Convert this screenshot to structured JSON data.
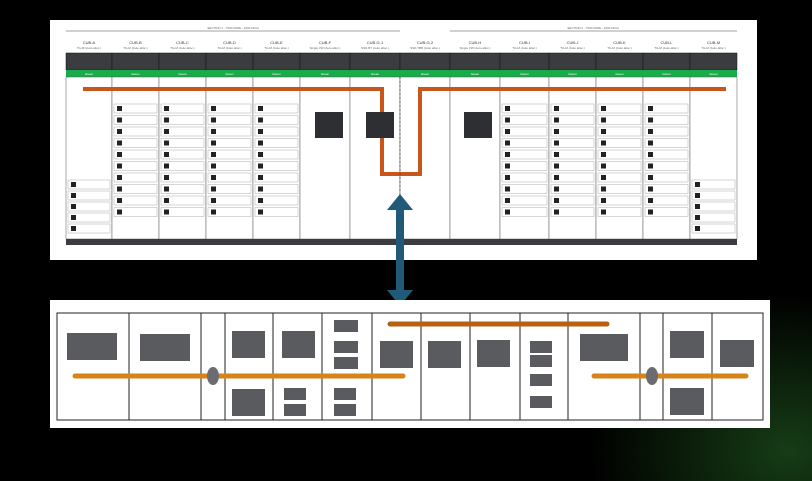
{
  "top_diagram": {
    "dimension_left": "SECTION 1 - 7000 WIDE - 2200 HIGH",
    "dimension_right": "SECTION 2 - 7000 WIDE - 2200 HIGH",
    "cubicles": [
      {
        "name": "CUB-A",
        "type": "TG-M (Auto alloc.)"
      },
      {
        "name": "CUB-B",
        "type": "TG-M (Auto alloc.)"
      },
      {
        "name": "CUB-C",
        "type": "TG-M (Auto alloc.)"
      },
      {
        "name": "CUB-D",
        "type": "TG-M (Auto alloc.)"
      },
      {
        "name": "CUB-E",
        "type": "TG-M (Auto alloc.)"
      },
      {
        "name": "CUB-F",
        "type": "Single VW (Auto alloc.)"
      },
      {
        "name": "CUB-G-1",
        "type": "SSD-BT (Auto alloc.)"
      },
      {
        "name": "CUB-G-2",
        "type": "SSD-TBB (Auto alloc.)"
      },
      {
        "name": "CUB-H",
        "type": "Single VW (Auto alloc.)"
      },
      {
        "name": "CUB-I",
        "type": "TG-M (Auto alloc.)"
      },
      {
        "name": "CUB-J",
        "type": "TG-M (Auto alloc.)"
      },
      {
        "name": "CUB-K",
        "type": "TG-M (Auto alloc.)"
      },
      {
        "name": "CUB-L",
        "type": "TG-M (Auto alloc.)"
      },
      {
        "name": "CUB-M",
        "type": "TG-M (Auto alloc.)"
      }
    ],
    "green_band_label": "Green",
    "colors": {
      "busbar": "#c8561a",
      "green": "#1aab4b",
      "header": "#3a3c3f"
    }
  },
  "arrow": {
    "color": "#1f5a78"
  },
  "bottom_diagram": {
    "colors": {
      "busbar": "#d8821a",
      "block": "#5a5b5f"
    }
  }
}
